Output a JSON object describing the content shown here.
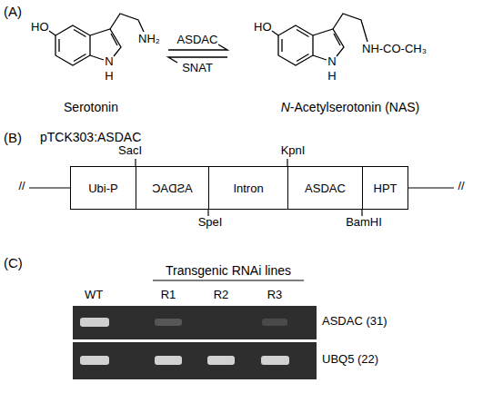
{
  "diagram": {
    "nodes": [
      {
        "text": [
          "Ubi-P"
        ]
      },
      {
        "text": [
          "ASDAC"
        ]
      },
      {
        "text": [
          "Intron"
        ]
      },
      {
        "text": [
          "ASDAC"
        ]
      },
      {
        "text": [
          "HPT"
        ]
      }
    ],
    "labels": [
      "(A)",
      "HO",
      "NH₂",
      "N",
      "H",
      "ASDAC",
      "SNAT",
      "HO",
      "NH-CO-CH₃",
      "N",
      "H",
      "Serotonin",
      "N-Acetylserotonin (NAS)",
      "(B)",
      "pTCK303:ASDAC",
      "SacI",
      "KpnI",
      "//",
      "//",
      "SpeI",
      "BamHI",
      "(C)",
      "Transgenic RNAi lines",
      "WT",
      "R1",
      "R2",
      "R3",
      "ASDAC (31)",
      "UBQ5 (22)"
    ]
  }
}
